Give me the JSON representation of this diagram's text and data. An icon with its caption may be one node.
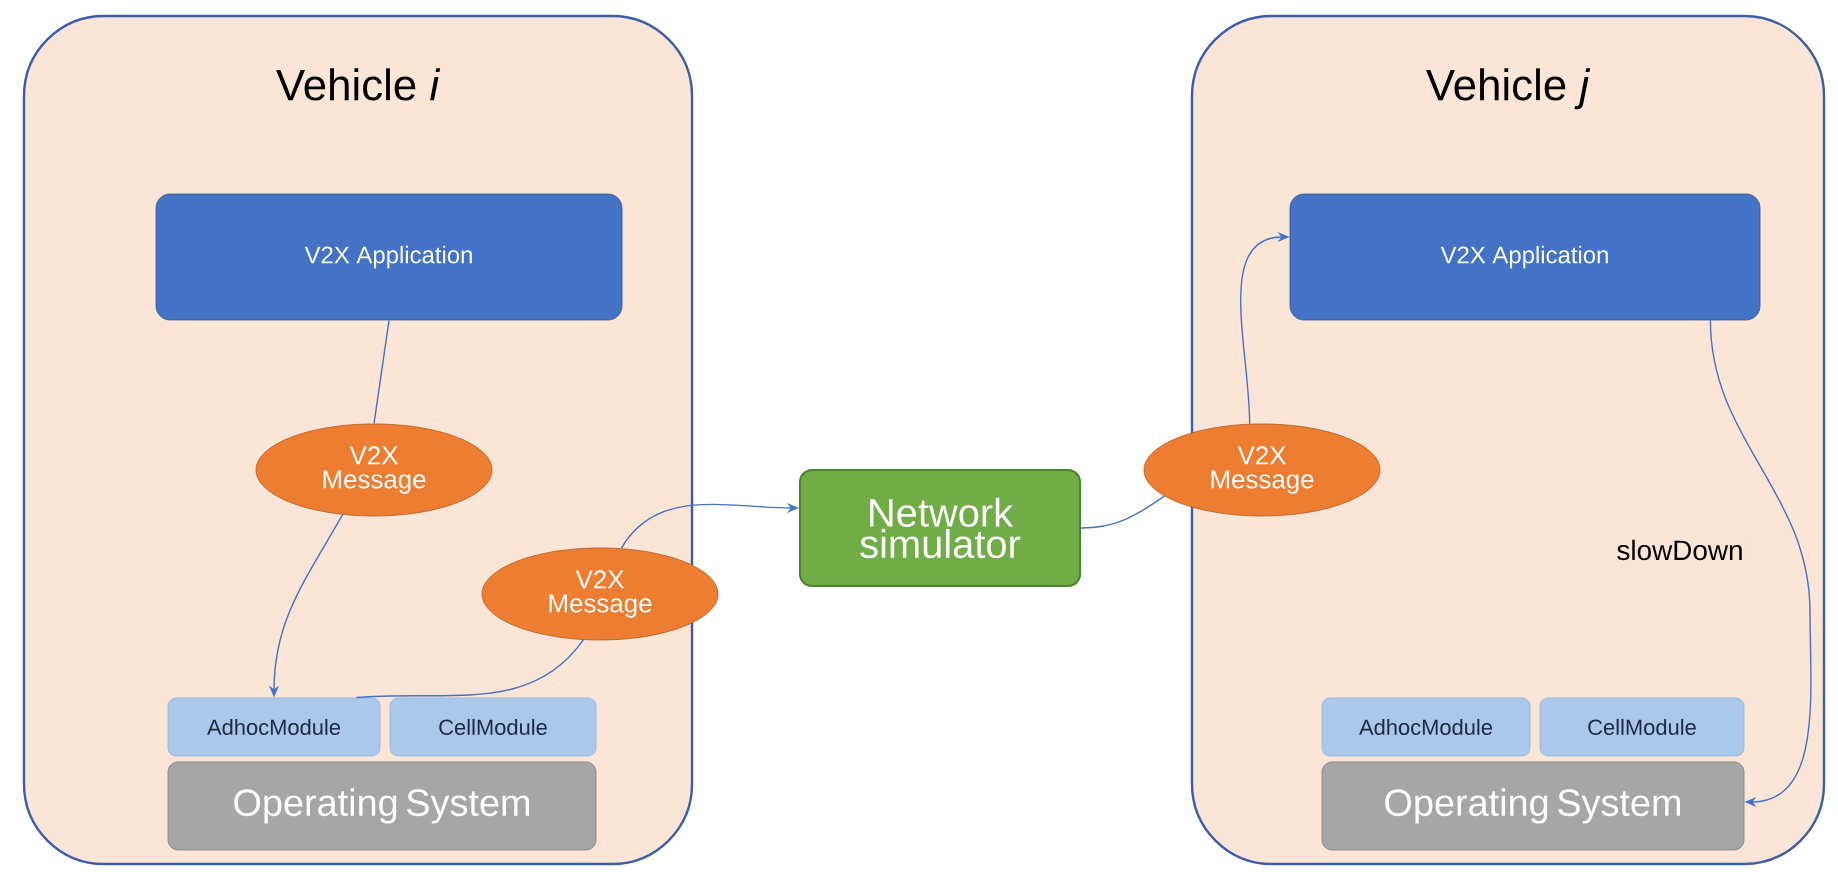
{
  "diagram": {
    "nodes": [
      {
        "text": [
          "Vehicle *i*"
        ]
      },
      {
        "text": [
          "V2X Application"
        ],
        "in": 0
      },
      {
        "text": [
          "V2X Message"
        ],
        "in": 0
      },
      {
        "text": [
          "V2X Message"
        ]
      },
      {
        "text": [
          "AdhocModule"
        ],
        "in": 0
      },
      {
        "text": [
          "CellModule"
        ],
        "in": 0
      },
      {
        "text": [
          "Operating System"
        ],
        "in": 0
      },
      {
        "text": [
          "Network simulator"
        ]
      },
      {
        "text": [
          "Vehicle *j*"
        ]
      },
      {
        "text": [
          "V2X Message"
        ]
      },
      {
        "text": [
          "V2X Application"
        ],
        "in": 8
      },
      {
        "text": [
          "AdhocModule"
        ],
        "in": 8
      },
      {
        "text": [
          "CellModule"
        ],
        "in": 8
      },
      {
        "text": [
          "Operating System"
        ],
        "in": 8
      }
    ],
    "edges": [
      {
        "from": 1,
        "to": 2,
        "arrow": "none"
      },
      {
        "from": 2,
        "to": 4,
        "arrow": "to"
      },
      {
        "from": 4,
        "to": 3,
        "arrow": "none"
      },
      {
        "from": 3,
        "to": 7,
        "arrow": "to"
      },
      {
        "from": 7,
        "to": 9,
        "arrow": "none"
      },
      {
        "from": 9,
        "to": 10,
        "arrow": "to"
      },
      {
        "from": 10,
        "to": 13,
        "arrow": "to",
        "label": "slowDown"
      }
    ]
  }
}
